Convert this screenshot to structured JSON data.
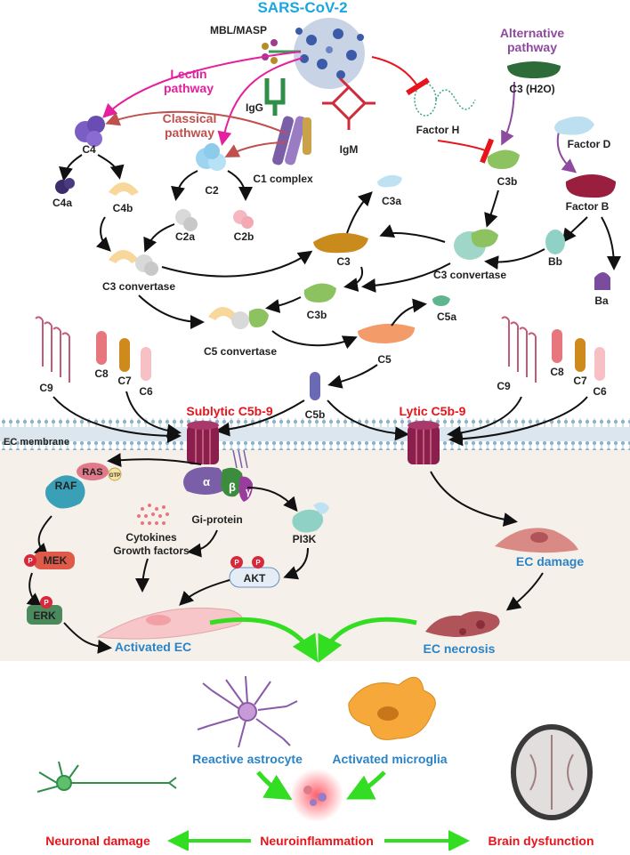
{
  "virus": "SARS-CoV-2",
  "mbl": "MBL/MASP",
  "lectin": [
    "Lectin",
    "pathway"
  ],
  "classical": [
    "Classical",
    "pathway"
  ],
  "alternative": [
    "Alternative",
    "pathway"
  ],
  "igg": "IgG",
  "igm": "IgM",
  "factor_h": "Factor H",
  "c3_h2o": "C3 (H2O)",
  "factor_d": "Factor D",
  "factor_b": "Factor B",
  "c1_complex": "C1 complex",
  "c4": "C4",
  "c4a": "C4a",
  "c4b": "C4b",
  "c2": "C2",
  "c2a": "C2a",
  "c2b": "C2b",
  "c3": "C3",
  "c3a": "C3a",
  "c3b_mid": "C3b",
  "c3b_right": "C3b",
  "c3_convertase_left": "C3 convertase",
  "c3_convertase_right": "C3 convertase",
  "bb": "Bb",
  "ba": "Ba",
  "c5_convertase": "C5 convertase",
  "c5": "C5",
  "c5a": "C5a",
  "c5b": "C5b",
  "c9_left": "C9",
  "c8_left": "C8",
  "c7_left": "C7",
  "c6_left": "C6",
  "c9_right": "C9",
  "c8_right": "C8",
  "c7_right": "C7",
  "c6_right": "C6",
  "sublytic": "Sublytic C5b-9",
  "lytic": "Lytic C5b-9",
  "ec_membrane": "EC membrane",
  "raf": "RAF",
  "ras": "RAS",
  "gtp": "GTP",
  "mek": "MEK",
  "erk": "ERK",
  "p": "P",
  "alpha": "α",
  "beta": "β",
  "gamma": "γ",
  "gi_protein": "Gi-protein",
  "cytokines": [
    "Cytokines",
    "Growth factors"
  ],
  "pi3k": "PI3K",
  "akt": "AKT",
  "activated_ec": "Activated EC",
  "ec_damage": "EC damage",
  "ec_necrosis": "EC necrosis",
  "reactive_astrocyte": "Reactive astrocyte",
  "activated_microglia": "Activated microglia",
  "neuronal_damage": "Neuronal damage",
  "neuroinflammation": "Neuroinflammation",
  "brain_dysfunction": "Brain dysfunction",
  "colors": {
    "virus_title": "#1aa6e0",
    "lectin": "#e61ea0",
    "classical": "#c0504d",
    "alternative": "#8e4a9e",
    "red_label": "#e8141c",
    "blue_label": "#2b83c6",
    "green_arrow": "#33dd22"
  }
}
